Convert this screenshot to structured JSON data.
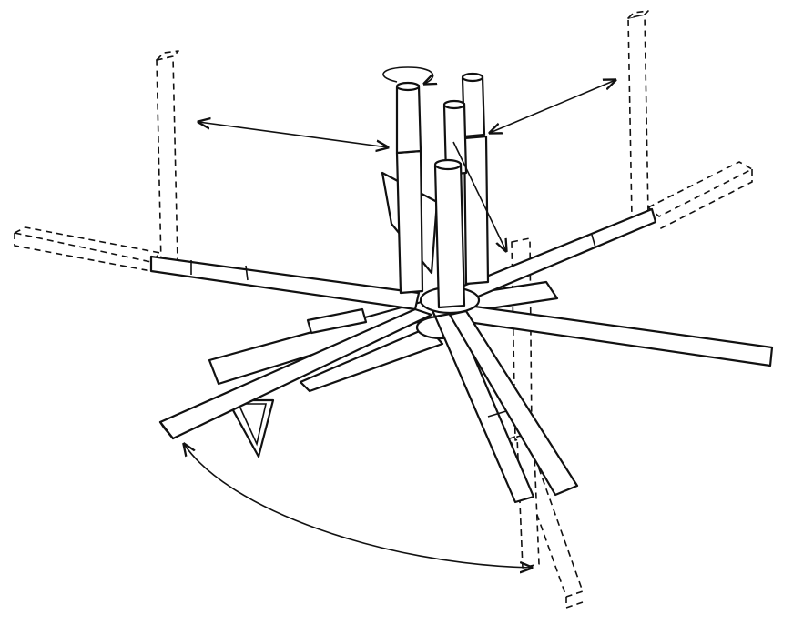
{
  "figure": {
    "kind": "technical-line-drawing",
    "colors": {
      "ink": "#111111",
      "paper": "#ffffff"
    },
    "components": [
      "central-hub",
      "telescoping-vertical-posts",
      "radial-arms",
      "tripod-base",
      "extension-arms-dashed",
      "extension-posts-dashed",
      "rotation-arrow-icon",
      "adjustment-arrows"
    ]
  }
}
